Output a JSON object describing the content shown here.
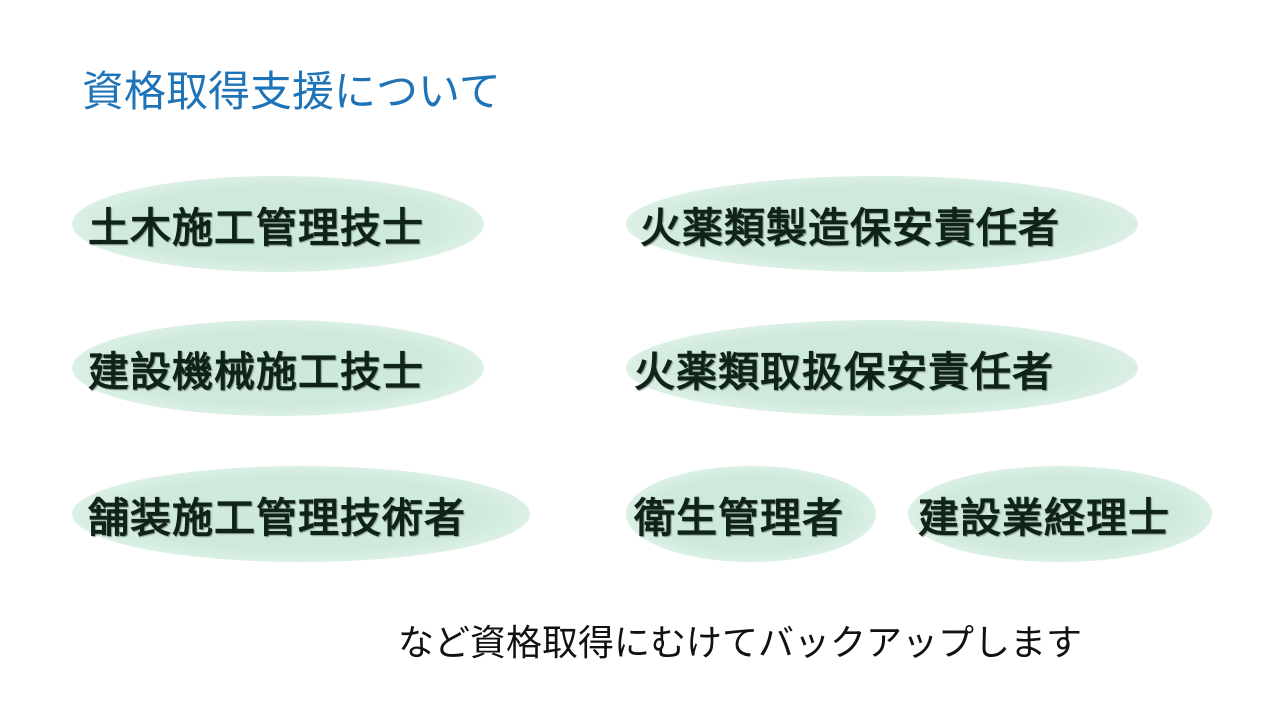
{
  "slide": {
    "title": "資格取得支援について",
    "qualifications": [
      {
        "label": "土木施工管理技士"
      },
      {
        "label": "火薬類製造保安責任者"
      },
      {
        "label": "建設機械施工技士"
      },
      {
        "label": "火薬類取扱保安責任者"
      },
      {
        "label": "舗装施工管理技術者"
      },
      {
        "label": "衛生管理者"
      },
      {
        "label": "建設業経理士"
      }
    ],
    "footer": "など資格取得にむけてバックアップします"
  },
  "colors": {
    "title": "#1f73b7",
    "ellipse_fill": "#cde9dc",
    "label_text": "#0f2417",
    "footer_text": "#111111"
  }
}
